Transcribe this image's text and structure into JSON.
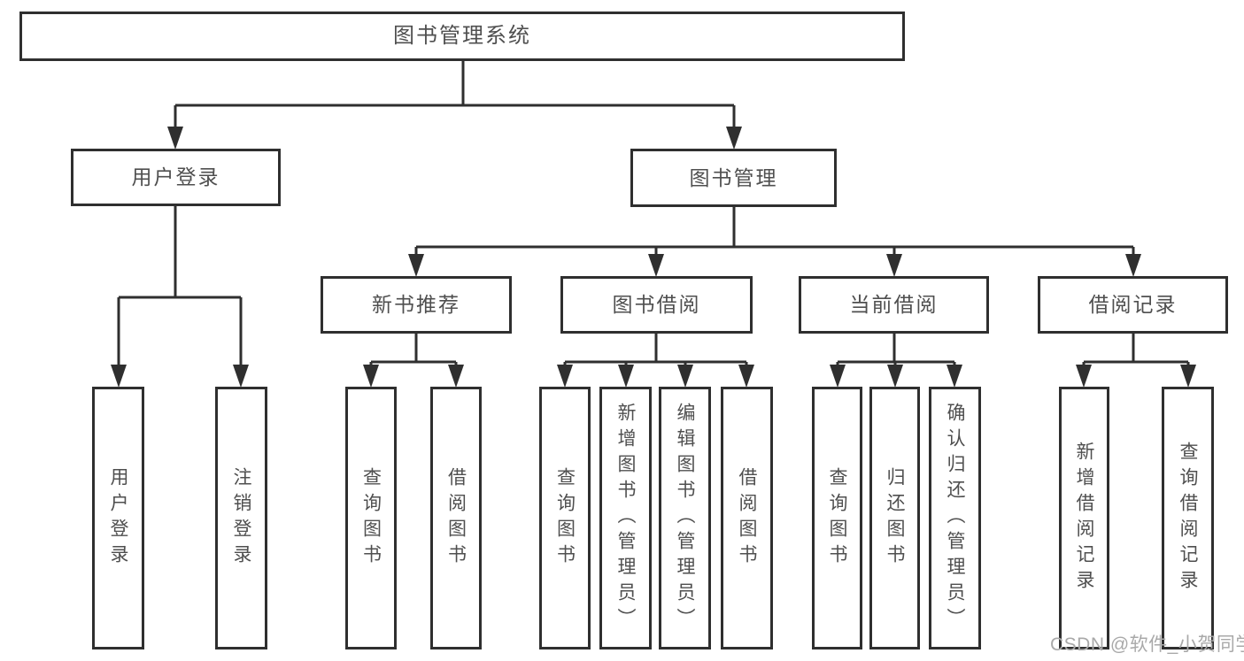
{
  "tree": {
    "label": "图书管理系统",
    "children": [
      {
        "label": "用户登录",
        "children": [
          {
            "label": "用户登录"
          },
          {
            "label": "注销登录"
          }
        ]
      },
      {
        "label": "图书管理",
        "children": [
          {
            "label": "新书推荐",
            "children": [
              {
                "label": "查询图书"
              },
              {
                "label": "借阅图书"
              }
            ]
          },
          {
            "label": "图书借阅",
            "children": [
              {
                "label": "查询图书"
              },
              {
                "label": "新增图书（管理员）"
              },
              {
                "label": "编辑图书（管理员）"
              },
              {
                "label": "借阅图书"
              }
            ]
          },
          {
            "label": "当前借阅",
            "children": [
              {
                "label": "查询图书"
              },
              {
                "label": "归还图书"
              },
              {
                "label": "确认归还（管理员）"
              }
            ]
          },
          {
            "label": "借阅记录",
            "children": [
              {
                "label": "新增借阅记录"
              },
              {
                "label": "查询借阅记录"
              }
            ]
          }
        ]
      }
    ]
  },
  "watermark": {
    "text": "CSDN @软件_小贺同学"
  },
  "colors": {
    "line": "#2f2f2f",
    "text": "#4f4f4f",
    "watermark": "#a9a9a9",
    "background": "#ffffff"
  }
}
